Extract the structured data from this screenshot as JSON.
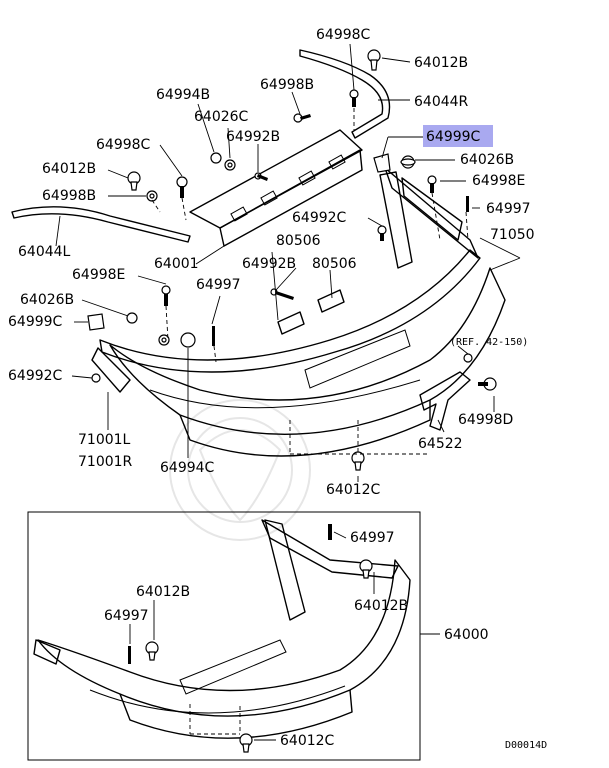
{
  "diagram": {
    "doc_code": "D00014D",
    "ref_note": "(REF. 42-150)",
    "highlight_color": "#a9a9f0",
    "labels": {
      "l_64998C_top": "64998C",
      "l_64012B_top": "64012B",
      "l_64998B_top": "64998B",
      "l_64044R": "64044R",
      "l_64994B": "64994B",
      "l_64026C": "64026C",
      "l_64992B_a": "64992B",
      "l_64999C_hl": "64999C",
      "l_64998C_left": "64998C",
      "l_64026B_right": "64026B",
      "l_64012B_left": "64012B",
      "l_64998E_right": "64998E",
      "l_64998B_left": "64998B",
      "l_64997_right": "64997",
      "l_64992C_mid": "64992C",
      "l_71050": "71050",
      "l_64044L": "64044L",
      "l_80506_a": "80506",
      "l_64001": "64001",
      "l_64992B_b": "64992B",
      "l_80506_b": "80506",
      "l_64998E_left": "64998E",
      "l_64997_mid": "64997",
      "l_64026B_left": "64026B",
      "l_64999C_left": "64999C",
      "l_64992C_left": "64992C",
      "l_64998D": "64998D",
      "l_64522": "64522",
      "l_71001L": "71001L",
      "l_71001R": "71001R",
      "l_64994C": "64994C",
      "l_64012C_mid": "64012C",
      "l_64997_box": "64997",
      "l_64012B_box_r": "64012B",
      "l_64012B_box_l": "64012B",
      "l_64997_box_l": "64997",
      "l_64000": "64000",
      "l_64012C_box": "64012C"
    }
  }
}
